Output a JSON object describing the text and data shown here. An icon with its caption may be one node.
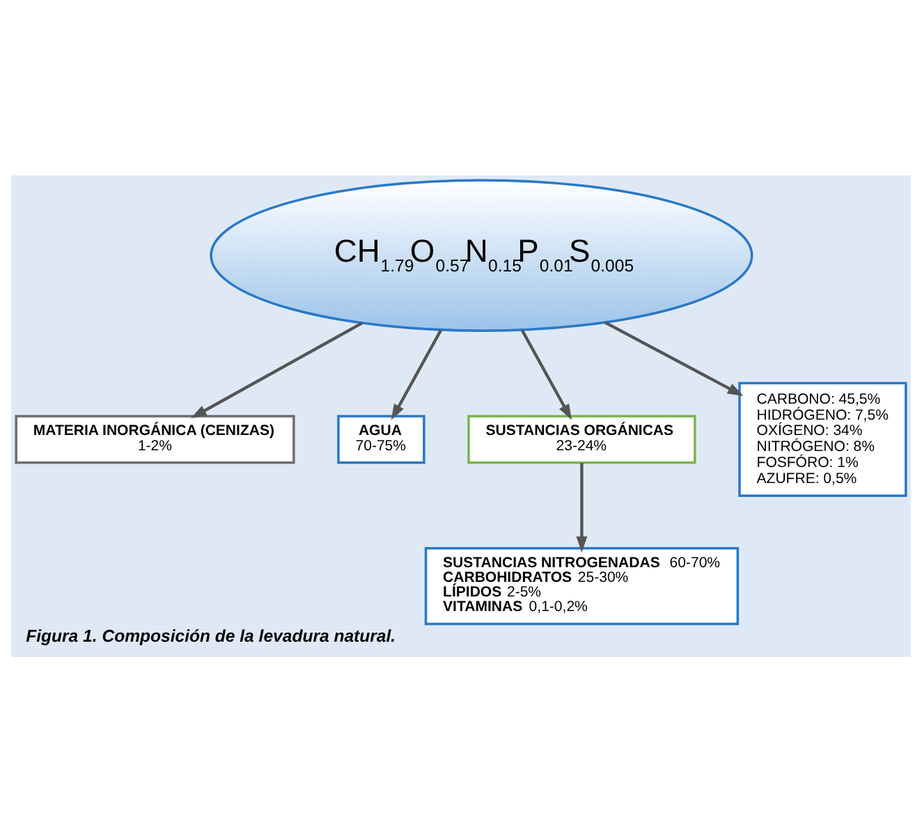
{
  "diagram": {
    "caption": "Figura 1. Composición de la levadura natural.",
    "nodes": [
      {
        "text": [
          "CH$_{1.79}$O$_{0.57}$N$_{0.15}$P$_{0.01}$S$_{0.005}$"
        ]
      },
      {
        "text": [
          "MATERIA INORGÁNICA (CENIZAS)",
          "1-2%"
        ]
      },
      {
        "text": [
          "AGUA",
          "70-75%"
        ]
      },
      {
        "text": [
          "SUSTANCIAS ORGÁNICAS",
          "23-24%"
        ]
      },
      {
        "text": [
          "**SUSTANCIAS NITROGENADAS** 60-70%",
          "**CARBOHIDRATOS** 25-30%",
          "**LÍPIDOS** 2-5%",
          "**VITAMINAS** 0,1-0,2%"
        ]
      },
      {
        "text": [
          "CARBONO: 45,5%",
          "HIDRÓGENO: 7,5%",
          "OXÍGENO: 34%",
          "NITRÓGENO: 8%",
          "FOSFÓRO: 1%",
          "AZUFRE: 0,5%"
        ]
      }
    ],
    "edges": [
      {
        "from": 0,
        "to": 1,
        "arrow": "to"
      },
      {
        "from": 0,
        "to": 2,
        "arrow": "to"
      },
      {
        "from": 0,
        "to": 3,
        "arrow": "to"
      },
      {
        "from": 3,
        "to": 4,
        "arrow": "to"
      },
      {
        "from": 0,
        "to": 5,
        "arrow": "to"
      }
    ]
  }
}
